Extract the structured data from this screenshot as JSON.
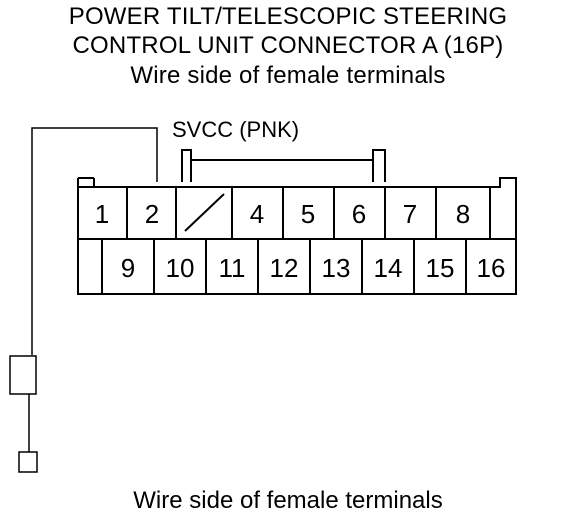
{
  "title": {
    "line1": "POWER TILT/TELESCOPIC STEERING",
    "line2": "CONTROL UNIT CONNECTOR A (16P)",
    "line3": "Wire side of female terminals"
  },
  "wire_label": "SVCC (PNK)",
  "connector": {
    "top_row": [
      "1",
      "2",
      "",
      "4",
      "5",
      "6",
      "7",
      "8",
      ""
    ],
    "bottom_row": [
      "",
      "9",
      "10",
      "11",
      "12",
      "13",
      "14",
      "15",
      "16"
    ]
  },
  "caption": "Wire side of female terminals",
  "colors": {
    "line": "#000000",
    "background": "#ffffff"
  }
}
